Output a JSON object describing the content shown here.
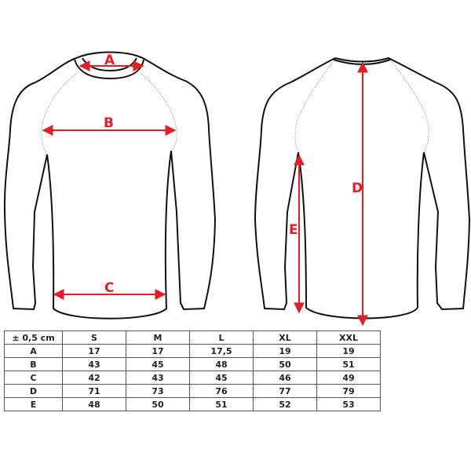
{
  "diagram": {
    "front_view": {
      "labels": {
        "a": "A",
        "b": "B",
        "c": "C"
      }
    },
    "back_view": {
      "labels": {
        "d": "D",
        "e": "E"
      }
    },
    "colors": {
      "outline": "#111111",
      "measure": "#e31e24"
    }
  },
  "size_table": {
    "headers": [
      "± 0,5 cm",
      "S",
      "M",
      "L",
      "XL",
      "XXL"
    ],
    "rows": [
      [
        "A",
        "17",
        "17",
        "17,5",
        "19",
        "19"
      ],
      [
        "B",
        "43",
        "45",
        "48",
        "50",
        "51"
      ],
      [
        "C",
        "42",
        "43",
        "45",
        "46",
        "49"
      ],
      [
        "D",
        "71",
        "73",
        "76",
        "77",
        "79"
      ],
      [
        "E",
        "48",
        "50",
        "51",
        "52",
        "53"
      ]
    ]
  }
}
